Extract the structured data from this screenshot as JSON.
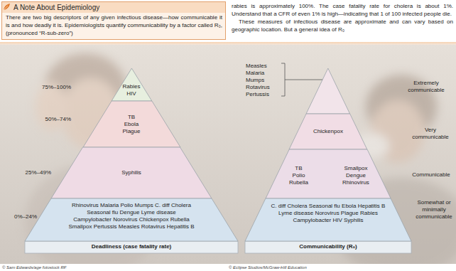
{
  "diagram": {
    "nodes": [
      {
        "text": [
          "A Note About Epidemiology",
          "There are two big descriptors of any given infectious disease—how communicable it is and how deadly it is. Epidemiologists quantify communicability by a factor called R₀, (pronounced “R-sub-zero”)"
        ]
      },
      {
        "text": [
          "Rabies HIV",
          "75%–100%"
        ]
      },
      {
        "text": [
          "TB Ebola Plague",
          "50%–74%"
        ]
      },
      {
        "text": [
          "Syphilis",
          "25%–49%"
        ]
      },
      {
        "text": [
          "Rhinovirus Malaria Polio Mumps C. diff Cholera Seasonal flu Dengue Lyme disease Campylobacter Norovirus Chickenpox Rubella Smallpox Pertussis Measles Rotavirus Hepatitis B",
          "0%–24%"
        ]
      },
      {
        "text": [
          "Extremely communicable"
        ]
      },
      {
        "text": [
          "Chickenpox",
          "Very communicable"
        ]
      },
      {
        "text": [
          "TB Polio Rubella",
          "Smallpox Dengue Rhinovirus",
          "Communicable"
        ]
      },
      {
        "text": [
          "C. diff Cholera Seasonal flu Ebola Hepatitis B Lyme disease Norovirus Plague Rabies Campylobacter HIV Syphilis",
          "Somewhat or minimally communicable"
        ]
      }
    ],
    "labels": [
      "rabies is approximately 100%. The case fatality rate for cholera is about 1%. Understand that a CFR of even 1% is high—indicating that 1 of 100 infected people die.",
      "These measures of infectious disease are approximate and can vary based on geographic location. But a general idea of R₀",
      "Measles Malaria Mumps Rotavirus Pertussis",
      "Deadliness (case fatality rate)",
      "Communicability (R₀)",
      "© Sam Edwards/age fotostock RF",
      "© Eclipse Studios/McGraw-Hill Education"
    ]
  }
}
